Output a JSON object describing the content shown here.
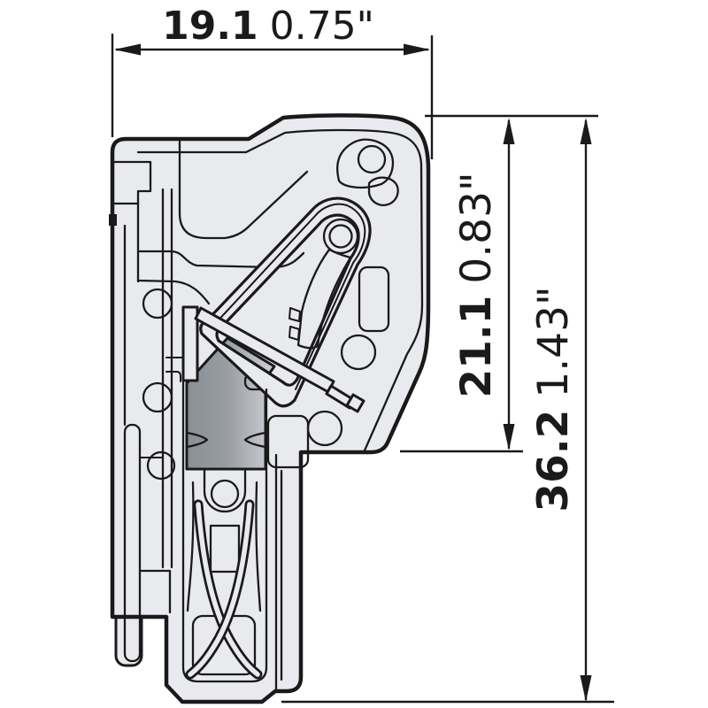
{
  "canvas": {
    "background": "#ffffff"
  },
  "style": {
    "outline_color": "#1a1a1a",
    "body_fill": "#e9eaee",
    "pin_gradient": [
      "#8a8e95",
      "#989ca3",
      "#ced0d4"
    ]
  },
  "dimensions": {
    "width": {
      "metric": "19.1",
      "imperial": "0.75\""
    },
    "height_upper": {
      "metric": "21.1",
      "imperial": "0.83\""
    },
    "height_overall": {
      "metric": "36.2",
      "imperial": "1.43\""
    }
  }
}
